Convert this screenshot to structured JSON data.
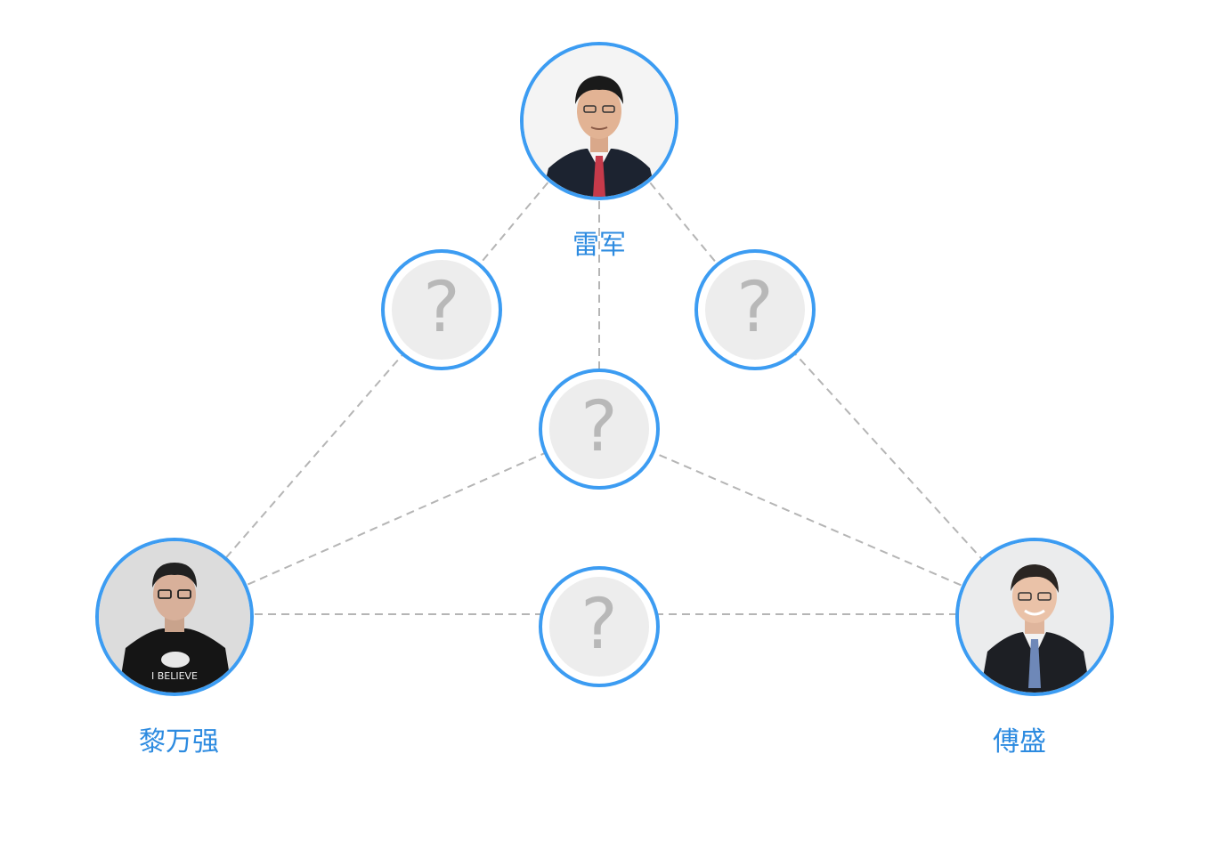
{
  "people": {
    "top": {
      "name": "雷军",
      "photo_icon": "portrait-suit-red-tie-icon"
    },
    "left": {
      "name": "黎万强",
      "photo_icon": "portrait-black-tshirt-icon",
      "shirt_text": "I BELIEVE"
    },
    "right": {
      "name": "傅盛",
      "photo_icon": "portrait-suit-blue-tie-icon"
    }
  },
  "unknowns": {
    "top_left": {
      "label": "?"
    },
    "top_right": {
      "label": "?"
    },
    "center": {
      "label": "?"
    },
    "bottom": {
      "label": "?"
    }
  },
  "colors": {
    "accent": "#3c9cf2",
    "name_text": "#2d8be0",
    "dashed_line": "#b5b5b5",
    "unknown_fill": "#ededed",
    "unknown_mark": "#b8b8b8"
  }
}
